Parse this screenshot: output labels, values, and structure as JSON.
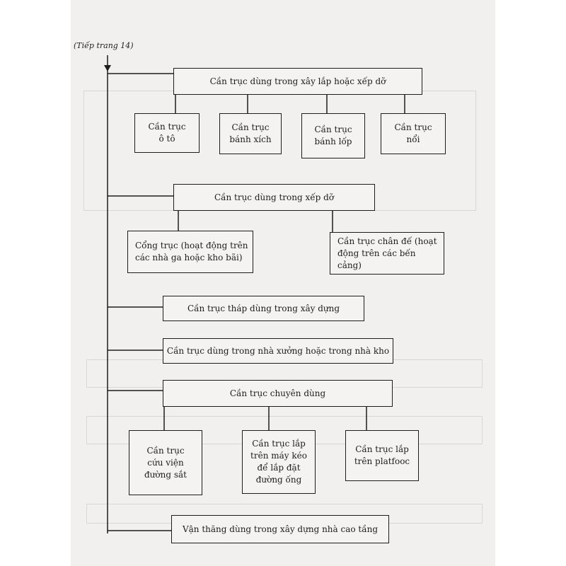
{
  "note": "(Tiếp trang 14)",
  "nodes": {
    "xay_lap_xep_do": "Cần trục dùng trong xây lắp hoặc xếp dỡ",
    "o_to": "Cần trục\nô tô",
    "banh_xich": "Cần trục\nbánh xích",
    "banh_lop": "Cần trục\nbánh lốp",
    "noi": "Cần trục\nnổi",
    "xep_do": "Cần trục dùng trong xếp dỡ",
    "cong_truc": "Cổng trục (hoạt động trên\ncác nhà ga hoặc kho bãi)",
    "chan_de": "Cần trục chân đế (hoạt\nđộng trên các bến cảng)",
    "thap": "Cần trục tháp dùng trong xây dựng",
    "nha_xuong": "Cần trục dùng trong nhà xưởng hoặc trong nhà kho",
    "chuyen_dung": "Cần trục chuyên dùng",
    "cuu_vien": "Cần trục\ncứu viện\nđường sắt",
    "may_keo": "Cần trục lắp\ntrên máy kéo\nđể lắp đặt\nđường ống",
    "platfooc": "Cần trục lắp\ntrên platfooc",
    "van_thang": "Vận thăng dùng trong xây dựng nhà cao tầng"
  }
}
